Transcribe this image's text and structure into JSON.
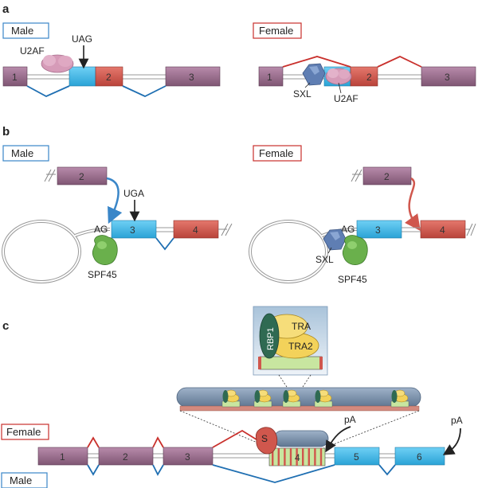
{
  "panels": {
    "a": "a",
    "b": "b",
    "c": "c"
  },
  "sex": {
    "male": "Male",
    "female": "Female"
  },
  "panel_a": {
    "exon_labels": [
      "1",
      "2",
      "3"
    ],
    "protein_u2af": "U2AF",
    "protein_sxl": "SXL",
    "codon": "UAG"
  },
  "panel_b": {
    "exon_labels": [
      "2",
      "3",
      "4"
    ],
    "codon": "UGA",
    "ag": "AG",
    "protein_spf45": "SPF45",
    "protein_sxl": "SXL"
  },
  "panel_c": {
    "exon_labels": [
      "1",
      "2",
      "3",
      "4",
      "5",
      "6"
    ],
    "complex": {
      "rbp1": "RBP1",
      "tra": "TRA",
      "tra2": "TRA2"
    },
    "s_label": "S",
    "pa": "pA"
  },
  "colors": {
    "purple_exon": "#9a6b8c",
    "red_exon": "#d0574d",
    "blue_exon": "#3fb8e8",
    "male_blue": "#1f6fb2",
    "female_red": "#c9302c",
    "u2af": "#d69bb8",
    "sxl": "#5f7eb3",
    "spf45": "#6ab04c",
    "tra": "#f3d25a",
    "rbp1": "#2f6a52"
  }
}
